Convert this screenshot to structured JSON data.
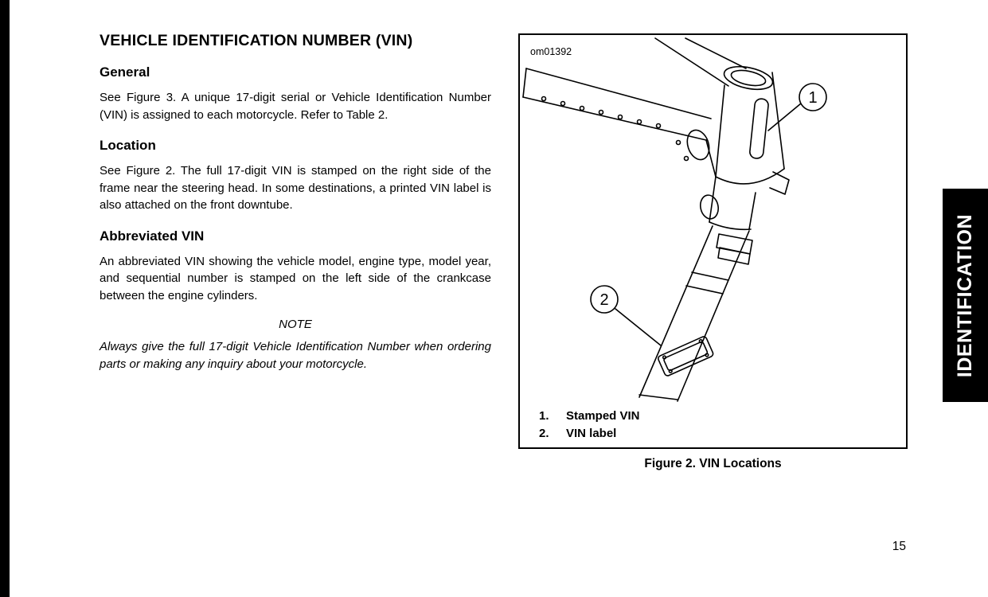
{
  "page": {
    "number": "15"
  },
  "sidebar": {
    "label": "IDENTIFICATION"
  },
  "article": {
    "title": "VEHICLE IDENTIFICATION NUMBER (VIN)",
    "sections": [
      {
        "heading": "General",
        "body": "See Figure 3. A unique 17-digit serial or Vehicle Identification Number (VIN) is assigned to each motorcycle. Refer to Table 2."
      },
      {
        "heading": "Location",
        "body": "See Figure 2. The full 17-digit VIN is stamped on the right side of the frame near the steering head. In some destinations, a printed VIN label is also attached on the front downtube."
      },
      {
        "heading": "Abbreviated VIN",
        "body": "An abbreviated VIN showing the vehicle model, engine type, model year, and sequential number is stamped on the left side of the crankcase between the engine cylinders."
      }
    ],
    "note_label": "NOTE",
    "note_body": "Always give the full 17-digit Vehicle Identification Number when ordering parts or making any inquiry about your motorcycle."
  },
  "figure": {
    "code": "om01392",
    "callout_1": "1",
    "callout_2": "2",
    "legend": [
      {
        "num": "1.",
        "label": "Stamped VIN"
      },
      {
        "num": "2.",
        "label": "VIN label"
      }
    ],
    "caption": "Figure 2. VIN Locations"
  }
}
